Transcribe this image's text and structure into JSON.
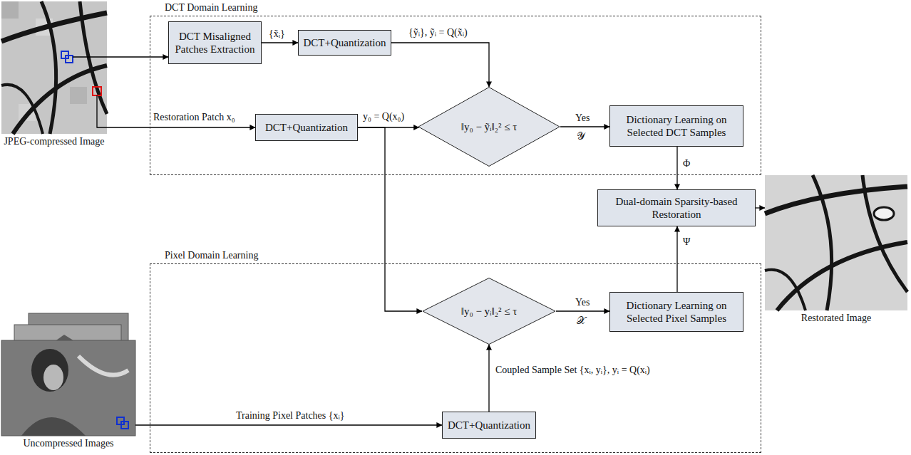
{
  "diagram": {
    "nodes": [
      {
        "text": [
          "JPEG-compressed Image"
        ]
      },
      {
        "text": [
          "DCT Domain Learning"
        ]
      },
      {
        "text": [
          "DCT Misaligned Patches Extraction"
        ],
        "in": 1
      },
      {
        "text": [
          "DCT+Quantization"
        ],
        "in": 1
      },
      {
        "text": [
          "DCT+Quantization"
        ],
        "in": 1
      },
      {
        "text": [
          "‖y₀ − ỹᵢ‖₂² ≤ τ"
        ],
        "in": 1
      },
      {
        "text": [
          "Dictionary Learning on Selected DCT Samples"
        ],
        "in": 1
      },
      {
        "text": [
          "Dual-domain Sparsity-based Restoration"
        ]
      },
      {
        "text": [
          "Restorated Image"
        ]
      },
      {
        "text": [
          "Pixel Domain Learning"
        ]
      },
      {
        "text": [
          "‖y₀ − yᵢ‖₂² ≤ τ"
        ],
        "in": 9
      },
      {
        "text": [
          "Dictionary Learning on Selected Pixel Samples"
        ],
        "in": 9
      },
      {
        "text": [
          "DCT+Quantization"
        ],
        "in": 9
      },
      {
        "text": [
          "Uncompressed Images"
        ]
      }
    ],
    "edges": [
      {
        "from": 0,
        "to": 2,
        "arrow": "to"
      },
      {
        "from": 2,
        "to": 3,
        "label": "{x̃ᵢ}",
        "arrow": "to"
      },
      {
        "from": 3,
        "to": 5,
        "label": "{ỹᵢ}, ỹᵢ = Q(x̃ᵢ)",
        "arrow": "to"
      },
      {
        "from": 0,
        "to": 4,
        "label": "Restoration Patch x₀",
        "arrow": "to"
      },
      {
        "from": 4,
        "to": 5,
        "label": "y₀ = Q(x₀)",
        "arrow": "to"
      },
      {
        "from": 5,
        "to": 6,
        "label": "Yes",
        "arrow": "to"
      },
      {
        "from": 6,
        "to": 7,
        "label": "Φ",
        "arrow": "to"
      },
      {
        "from": 4,
        "to": 10,
        "arrow": "to"
      },
      {
        "from": 10,
        "to": 11,
        "label": "Yes",
        "arrow": "to"
      },
      {
        "from": 11,
        "to": 7,
        "label": "Ψ",
        "arrow": "to"
      },
      {
        "from": 12,
        "to": 10,
        "label": "Coupled Sample Set {xᵢ, yᵢ}, yᵢ = Q(xᵢ)",
        "arrow": "to"
      },
      {
        "from": 13,
        "to": 12,
        "label": "Training Pixel Patches {xᵢ}",
        "arrow": "to"
      },
      {
        "from": 7,
        "to": 8,
        "arrow": "to"
      }
    ],
    "labels": [
      "𝒴",
      "𝒳"
    ]
  }
}
